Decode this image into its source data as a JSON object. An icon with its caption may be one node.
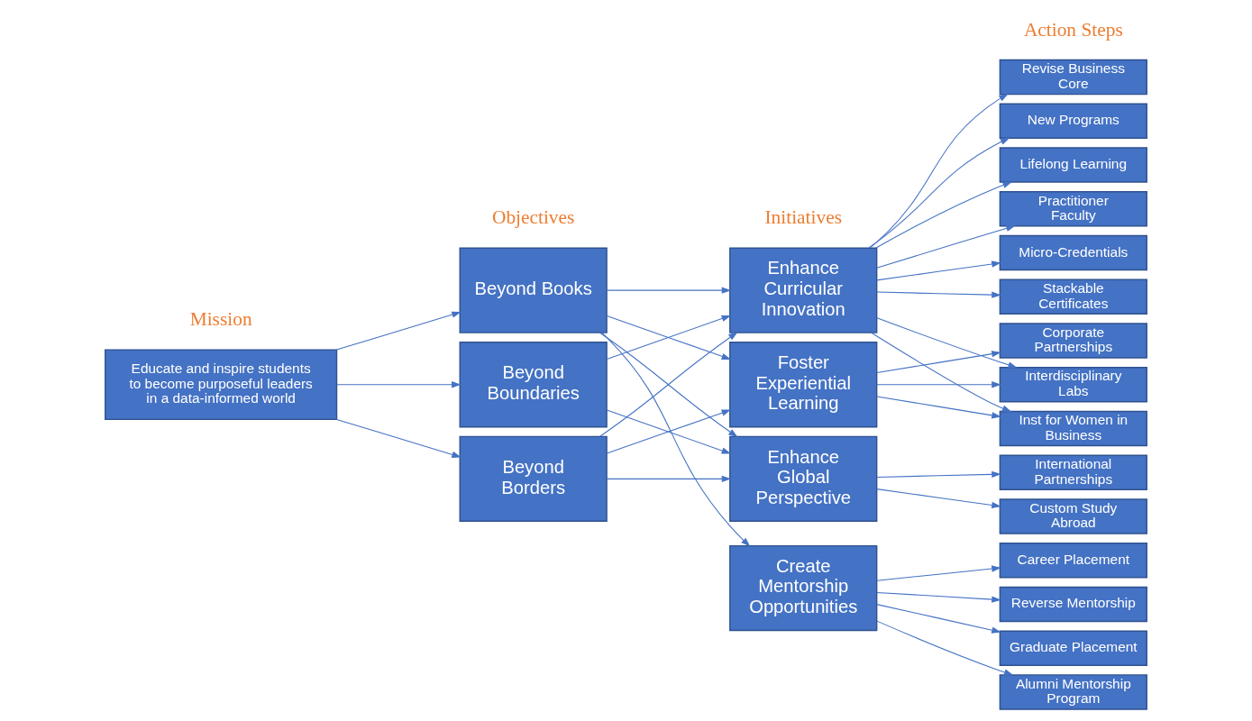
{
  "diagram": {
    "nodes": [
      {
        "text": [
          "Educate and inspire students to become purposeful leaders in a data-informed world"
        ]
      },
      {
        "text": [
          "Beyond Books"
        ]
      },
      {
        "text": [
          "Beyond Boundaries"
        ]
      },
      {
        "text": [
          "Beyond Borders"
        ]
      },
      {
        "text": [
          "Enhance Curricular Innovation"
        ]
      },
      {
        "text": [
          "Foster Experiential Learning"
        ]
      },
      {
        "text": [
          "Enhance Global Perspective"
        ]
      },
      {
        "text": [
          "Create Mentorship Opportunities"
        ]
      },
      {
        "text": [
          "Revise Business Core"
        ]
      },
      {
        "text": [
          "New Programs"
        ]
      },
      {
        "text": [
          "Lifelong Learning"
        ]
      },
      {
        "text": [
          "Practitioner Faculty"
        ]
      },
      {
        "text": [
          "Micro-Credentials"
        ]
      },
      {
        "text": [
          "Stackable Certificates"
        ]
      },
      {
        "text": [
          "Corporate Partnerships"
        ]
      },
      {
        "text": [
          "Interdisciplinary Labs"
        ]
      },
      {
        "text": [
          "Inst for Women in Business"
        ]
      },
      {
        "text": [
          "International Partnerships"
        ]
      },
      {
        "text": [
          "Custom Study Abroad"
        ]
      },
      {
        "text": [
          "Career Placement"
        ]
      },
      {
        "text": [
          "Reverse Mentorship"
        ]
      },
      {
        "text": [
          "Graduate Placement"
        ]
      },
      {
        "text": [
          "Alumni Mentorship Program"
        ]
      }
    ],
    "edges": [
      {
        "from": 0,
        "to": 1,
        "arrow": "to"
      },
      {
        "from": 0,
        "to": 2,
        "arrow": "to"
      },
      {
        "from": 0,
        "to": 3,
        "arrow": "to"
      },
      {
        "from": 1,
        "to": 4,
        "arrow": "to"
      },
      {
        "from": 1,
        "to": 5,
        "arrow": "to"
      },
      {
        "from": 1,
        "to": 6,
        "arrow": "to"
      },
      {
        "from": 1,
        "to": 7,
        "arrow": "to"
      },
      {
        "from": 2,
        "to": 4,
        "arrow": "to"
      },
      {
        "from": 2,
        "to": 6,
        "arrow": "to"
      },
      {
        "from": 3,
        "to": 4,
        "arrow": "to"
      },
      {
        "from": 3,
        "to": 5,
        "arrow": "to"
      },
      {
        "from": 3,
        "to": 6,
        "arrow": "to"
      },
      {
        "from": 4,
        "to": 8,
        "arrow": "to"
      },
      {
        "from": 4,
        "to": 9,
        "arrow": "to"
      },
      {
        "from": 4,
        "to": 10,
        "arrow": "to"
      },
      {
        "from": 4,
        "to": 11,
        "arrow": "to"
      },
      {
        "from": 4,
        "to": 12,
        "arrow": "to"
      },
      {
        "from": 4,
        "to": 13,
        "arrow": "to"
      },
      {
        "from": 4,
        "to": 15,
        "arrow": "to"
      },
      {
        "from": 4,
        "to": 16,
        "arrow": "to"
      },
      {
        "from": 5,
        "to": 14,
        "arrow": "to"
      },
      {
        "from": 5,
        "to": 15,
        "arrow": "to"
      },
      {
        "from": 5,
        "to": 16,
        "arrow": "to"
      },
      {
        "from": 6,
        "to": 17,
        "arrow": "to"
      },
      {
        "from": 6,
        "to": 18,
        "arrow": "to"
      },
      {
        "from": 7,
        "to": 19,
        "arrow": "to"
      },
      {
        "from": 7,
        "to": 20,
        "arrow": "to"
      },
      {
        "from": 7,
        "to": 21,
        "arrow": "to"
      },
      {
        "from": 7,
        "to": 22,
        "arrow": "to"
      }
    ],
    "labels": [
      "Mission",
      "Objectives",
      "Initiatives",
      "Action Steps"
    ]
  }
}
